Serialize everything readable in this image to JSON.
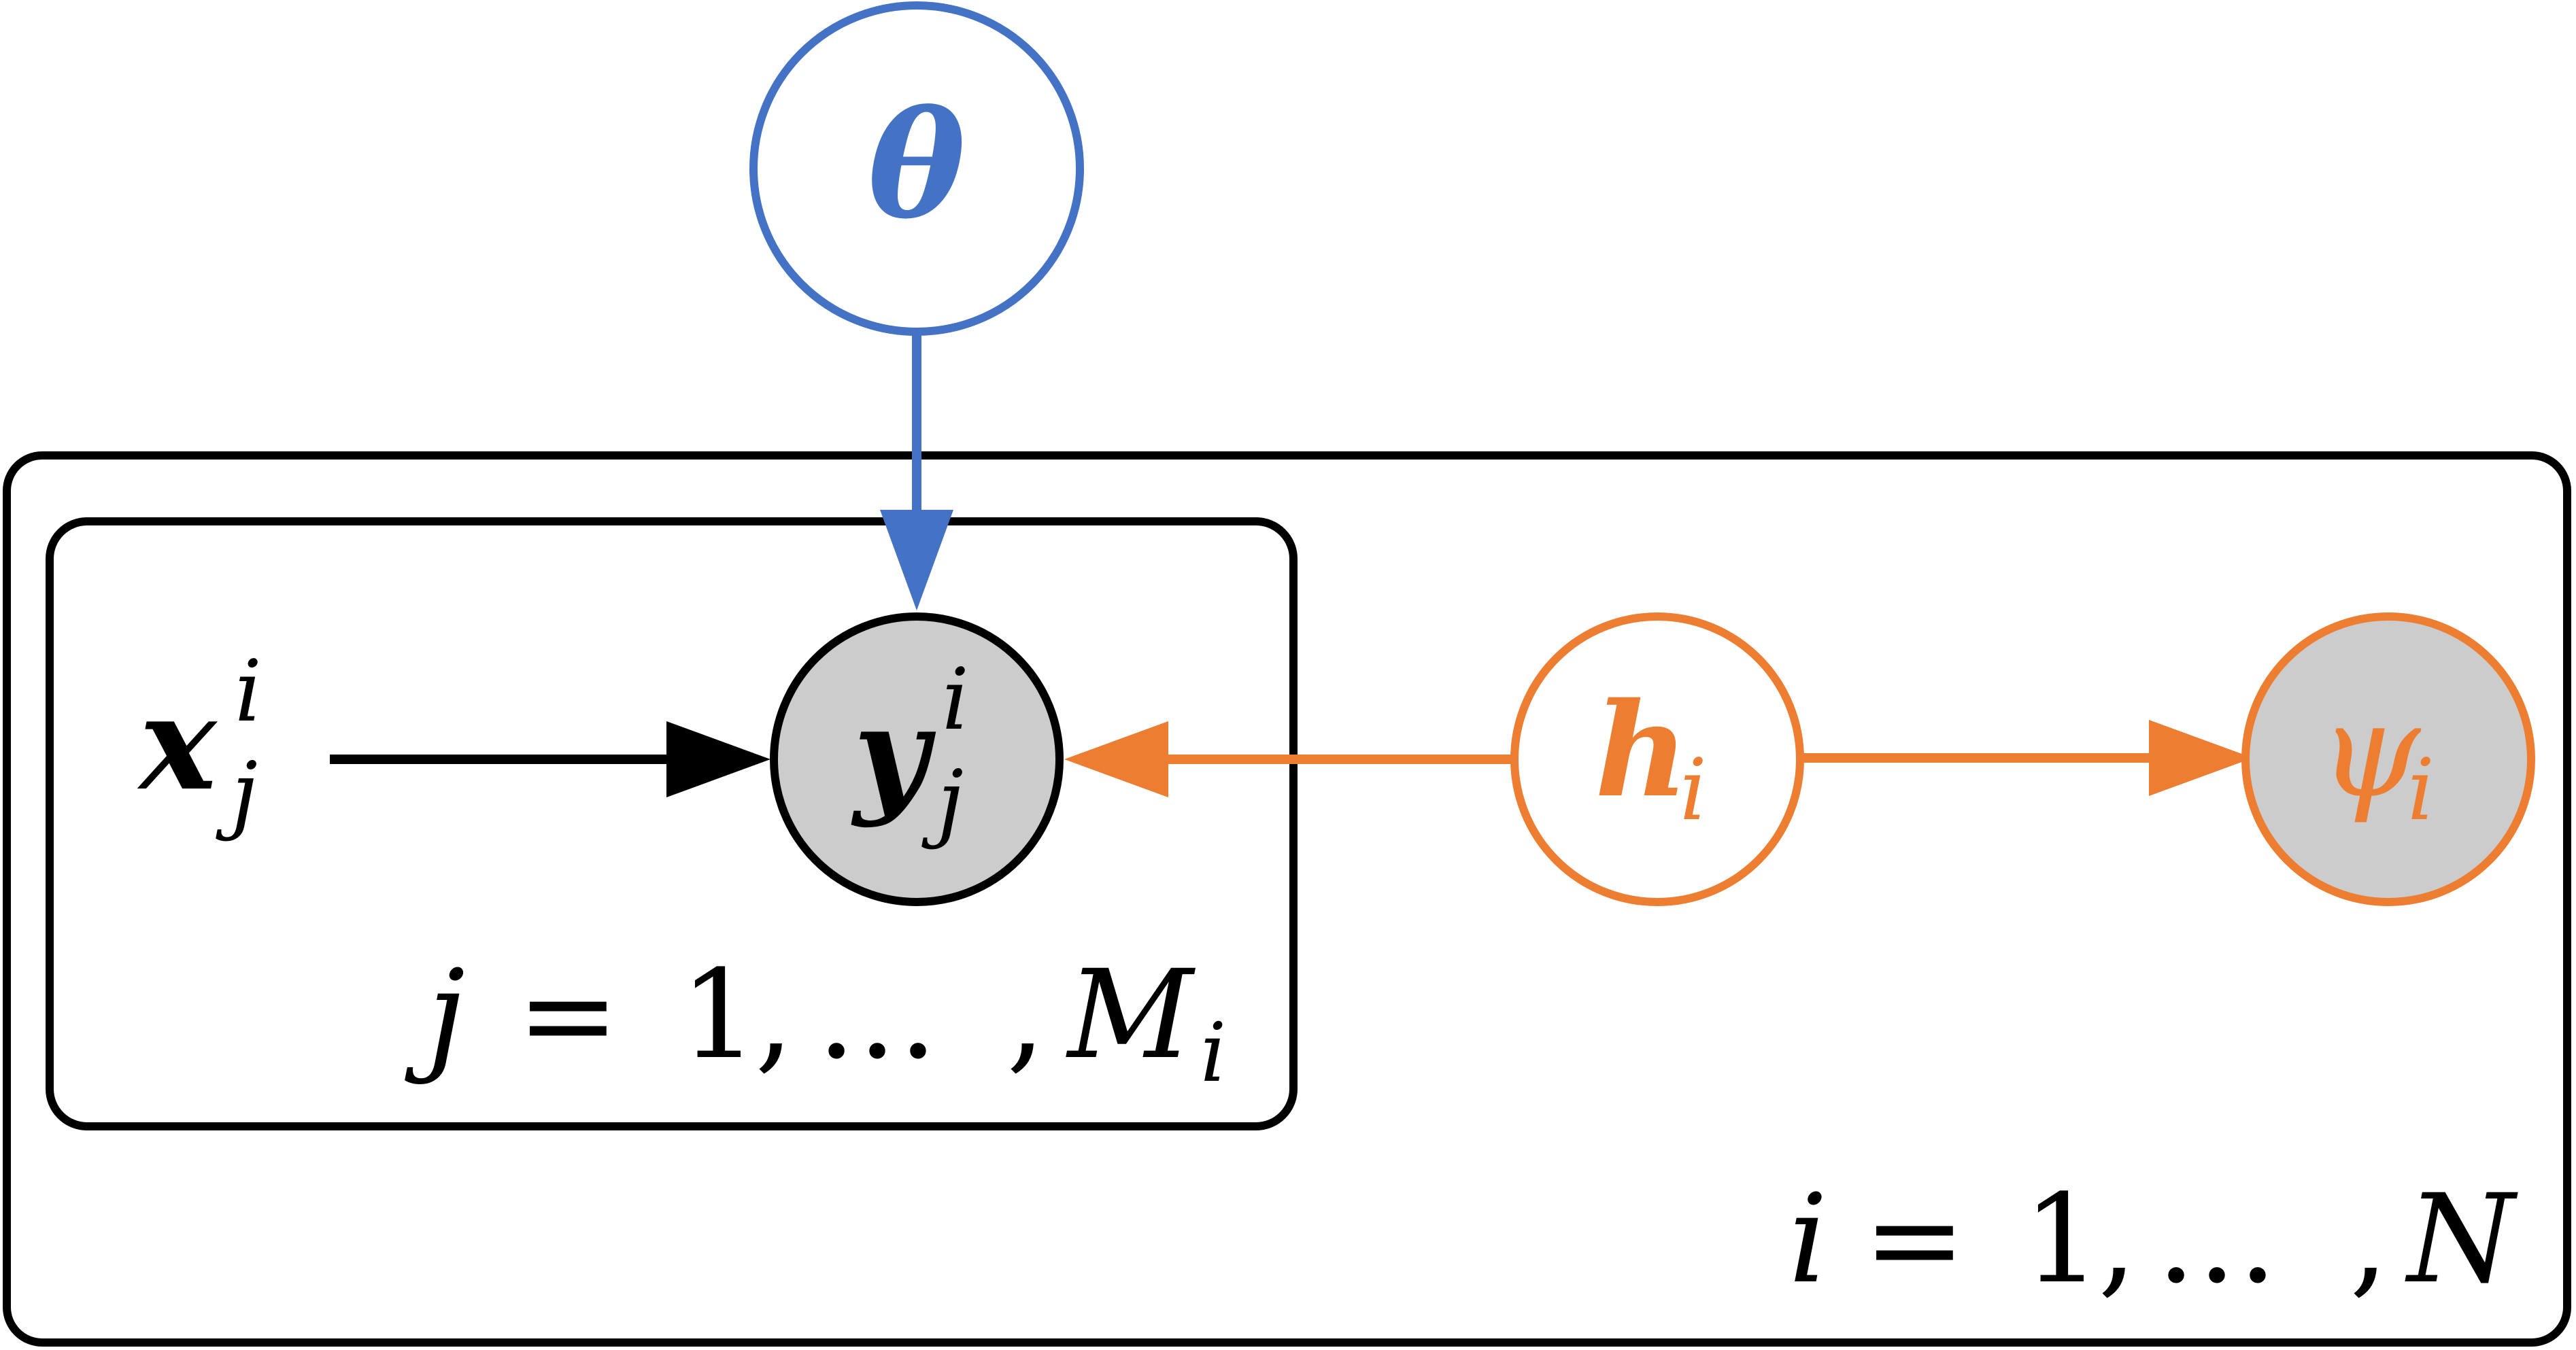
{
  "colors": {
    "blue": "#4472C4",
    "orange": "#ED7D31",
    "black": "#000000",
    "observed_fill": "#CCCCCC",
    "latent_fill": "#FFFFFF"
  },
  "nodes": {
    "theta": {
      "symbol": "θ",
      "observed": false,
      "color": "blue"
    },
    "x": {
      "symbol": "x",
      "superscript": "i",
      "subscript": "j",
      "observed": false,
      "color": "black"
    },
    "y": {
      "symbol": "y",
      "superscript": "i",
      "subscript": "j",
      "observed": true,
      "color": "black"
    },
    "h": {
      "symbol": "h",
      "subscript": "i",
      "observed": false,
      "color": "orange"
    },
    "psi": {
      "symbol": "ψ",
      "subscript": "i",
      "observed": true,
      "color": "orange"
    }
  },
  "edges": [
    {
      "from": "theta",
      "to": "y",
      "color": "blue"
    },
    {
      "from": "x",
      "to": "y",
      "color": "black"
    },
    {
      "from": "h",
      "to": "y",
      "color": "orange"
    },
    {
      "from": "h",
      "to": "psi",
      "color": "orange"
    }
  ],
  "plates": {
    "inner": {
      "index": "j",
      "equals": "=",
      "start": "1",
      "sep1": ",",
      "dots": "…",
      "sep2": ",",
      "end_symbol": "M",
      "end_subscript": "i"
    },
    "outer": {
      "index": "i",
      "equals": "=",
      "start": "1",
      "sep1": ",",
      "dots": "…",
      "sep2": ",",
      "end_symbol": "N"
    }
  }
}
